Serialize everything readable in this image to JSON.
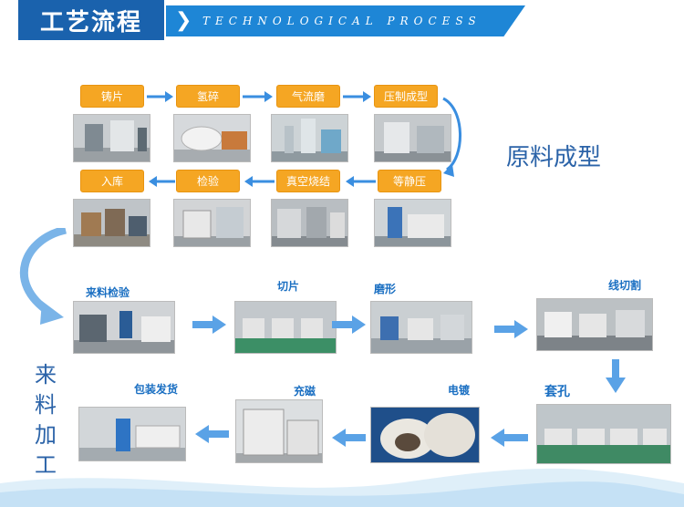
{
  "header": {
    "title": "工艺流程",
    "subtitle": "TECHNOLOGICAL   PROCESS"
  },
  "section1": {
    "label": "原料成型",
    "steps": [
      "铸片",
      "氢碎",
      "气流磨",
      "压制成型",
      "等静压",
      "真空烧结",
      "检验",
      "入库"
    ]
  },
  "section2": {
    "label": [
      "来",
      "料",
      "加",
      "工"
    ],
    "steps": [
      "来料检验",
      "切片",
      "磨形",
      "线切割",
      "套孔",
      "电镀",
      "充磁",
      "包装发货"
    ]
  },
  "colors": {
    "accent": "#1e86d6",
    "title_bg": "#1a62ad",
    "step_orange": "#f5a623",
    "label_blue": "#1a6fc2",
    "arrow_blue": "#3a8ee0"
  }
}
